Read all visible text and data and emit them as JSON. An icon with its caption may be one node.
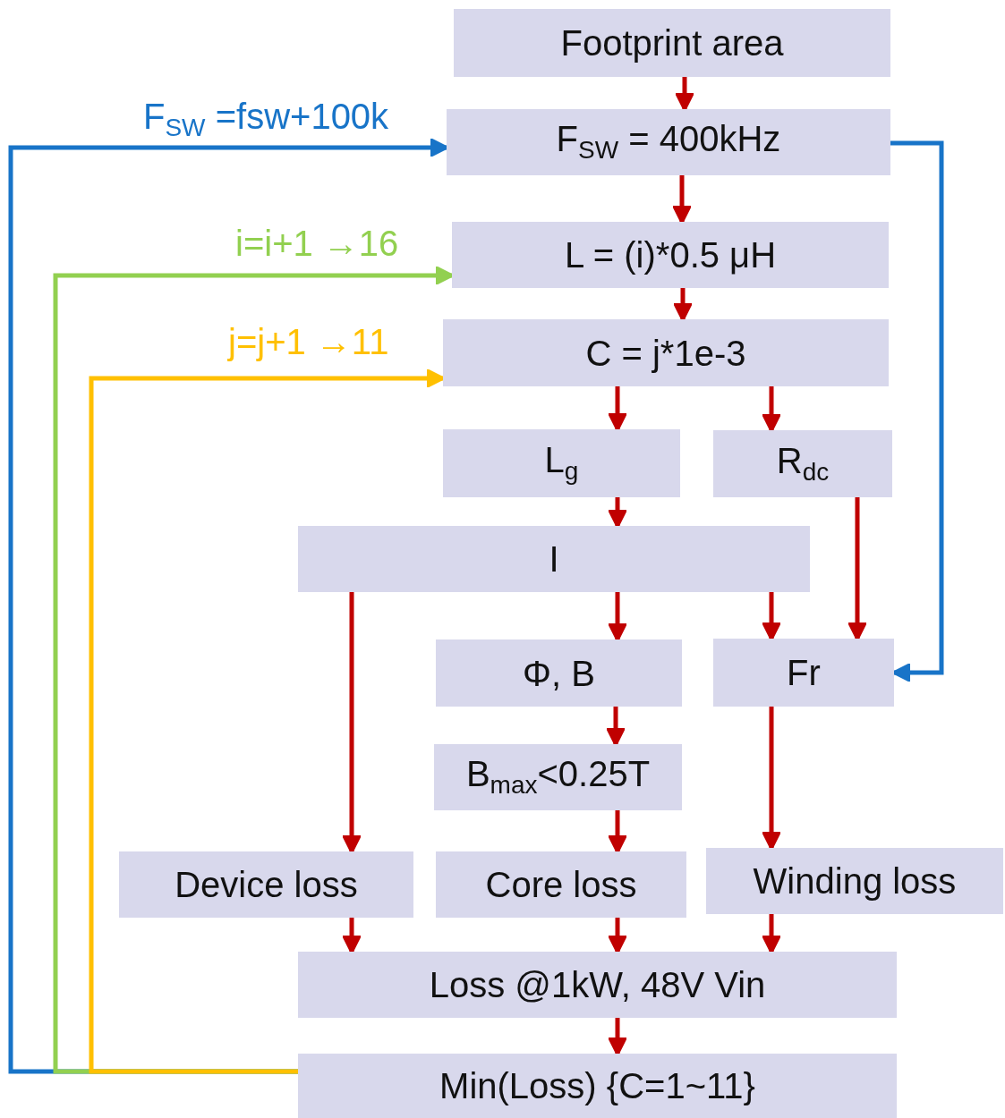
{
  "diagram": {
    "nodes": [
      {
        "text": [
          "Footprint area"
        ]
      },
      {
        "text": [
          "F$_{SW}$ = 400kHz"
        ]
      },
      {
        "text": [
          "L = (i)*0.5 μH"
        ]
      },
      {
        "text": [
          "C = j*1e-3"
        ]
      },
      {
        "text": [
          "L$_{g}$"
        ]
      },
      {
        "text": [
          "R$_{dc}$"
        ]
      },
      {
        "text": [
          "I"
        ]
      },
      {
        "text": [
          "Φ, B"
        ]
      },
      {
        "text": [
          "Fr"
        ]
      },
      {
        "text": [
          "B$_{max}$<0.25T"
        ]
      },
      {
        "text": [
          "Device loss"
        ]
      },
      {
        "text": [
          "Core loss"
        ]
      },
      {
        "text": [
          "Winding loss"
        ]
      },
      {
        "text": [
          "Loss @1kW, 48V Vin"
        ]
      },
      {
        "text": [
          "Min(Loss) {C=1~11}"
        ]
      }
    ],
    "edges": [
      {
        "from": 0,
        "to": 1,
        "arrow": "to"
      },
      {
        "from": 1,
        "to": 2,
        "arrow": "to"
      },
      {
        "from": 2,
        "to": 3,
        "arrow": "to"
      },
      {
        "from": 3,
        "to": 4,
        "arrow": "to"
      },
      {
        "from": 3,
        "to": 5,
        "arrow": "to"
      },
      {
        "from": 4,
        "to": 6,
        "arrow": "to"
      },
      {
        "from": 5,
        "to": 8,
        "arrow": "to"
      },
      {
        "from": 6,
        "to": 7,
        "arrow": "to"
      },
      {
        "from": 6,
        "to": 8,
        "arrow": "to"
      },
      {
        "from": 6,
        "to": 10,
        "arrow": "to"
      },
      {
        "from": 7,
        "to": 9,
        "arrow": "to"
      },
      {
        "from": 9,
        "to": 11,
        "arrow": "to"
      },
      {
        "from": 8,
        "to": 12,
        "arrow": "to"
      },
      {
        "from": 10,
        "to": 13,
        "arrow": "to"
      },
      {
        "from": 11,
        "to": 13,
        "arrow": "to"
      },
      {
        "from": 12,
        "to": 13,
        "arrow": "to"
      },
      {
        "from": 13,
        "to": 14,
        "arrow": "to"
      },
      {
        "from": 1,
        "to": 8,
        "arrow": "to",
        "color": "#1874c8"
      },
      {
        "from": 14,
        "to": 1,
        "arrow": "to",
        "color": "#1874c8",
        "label": "F$_{SW}$ =fsw+100k"
      },
      {
        "from": 14,
        "to": 2,
        "arrow": "to",
        "color": "#92d050",
        "label": "i=i+1 →16"
      },
      {
        "from": 14,
        "to": 3,
        "arrow": "to",
        "color": "#ffc000",
        "label": "j=j+1 →11"
      }
    ]
  }
}
